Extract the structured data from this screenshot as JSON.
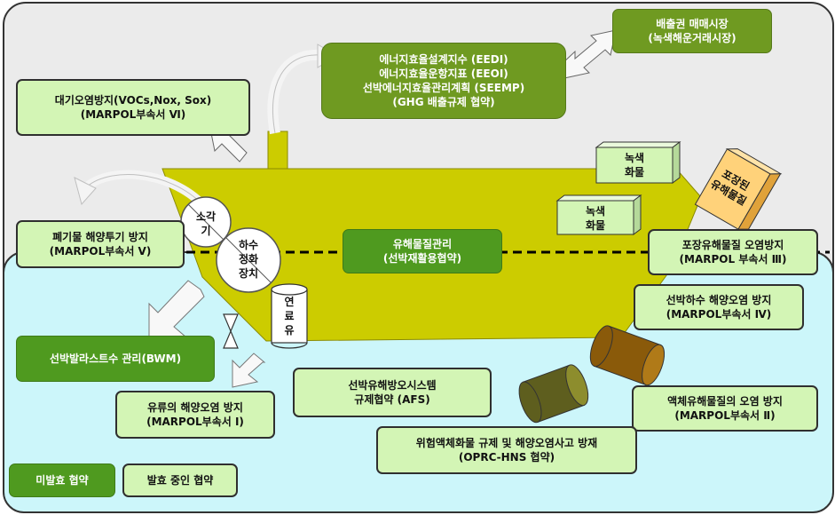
{
  "boxes": {
    "emission_trading": {
      "line1": "배출권 매매시장",
      "line2": "(녹색해운거래시장)"
    },
    "ghg": {
      "line1": "에너지효율설계지수 (EEDI)",
      "line2": "에너지효율운항지표 (EEOI)",
      "line3": "선박에너지효율관리계획 (SEEMP)",
      "line4": "(GHG 배출규제 협약)"
    },
    "air": {
      "line1": "대기오염방지(VOCs,Nox, Sox)",
      "line2": "(MARPOL부속서 Ⅵ)"
    },
    "dumping": {
      "line1": "폐기물 해양투기 방지",
      "line2": "(MARPOL부속서 Ⅴ)"
    },
    "hazardous": {
      "line1": "유해물질관리",
      "line2": "(선박재활용협약)"
    },
    "packaged": {
      "line1": "포장유해물질 오염방지",
      "line2": "(MARPOL 부속서 Ⅲ)"
    },
    "sewage": {
      "line1": "선박하수 해양오염 방지",
      "line2": "(MARPOL부속서 Ⅳ)"
    },
    "ballast": {
      "line1": "선박발라스트수 관리(BWM)"
    },
    "afs": {
      "line1": "선박유해방오시스템",
      "line2": "규제협약 (AFS)"
    },
    "oil": {
      "line1": "유류의 해양오염 방지",
      "line2": "(MARPOL부속서 Ⅰ)"
    },
    "liquid": {
      "line1": "액체유해물질의 오염 방지",
      "line2": "(MARPOL부속서 Ⅱ)"
    },
    "opr": {
      "line1": "위험액체화물 규제 및 해양오염사고 방재",
      "line2": "(OPRC-HNS 협약)"
    }
  },
  "legend": {
    "unratified": "미발효 협약",
    "in_force": "발효 중인 협약"
  },
  "ship_labels": {
    "incinerator": [
      "소각",
      "기"
    ],
    "sewage_plant": [
      "하수",
      "정화",
      "장치"
    ],
    "fuel": [
      "연",
      "료",
      "유"
    ],
    "green_cargo": [
      "녹색",
      "화물"
    ],
    "packaged_goods": [
      "포장된",
      "유해물질"
    ]
  },
  "colors": {
    "sky": "#ebebeb",
    "sea": "#ccf6fa",
    "hull": "#cccc00",
    "dark_green": "#4f9a1f",
    "light_green": "#d3f5b5",
    "cargo": "#ffd27a",
    "drum_olive": "#5e5e1e",
    "drum_brown": "#8a5a0a"
  }
}
